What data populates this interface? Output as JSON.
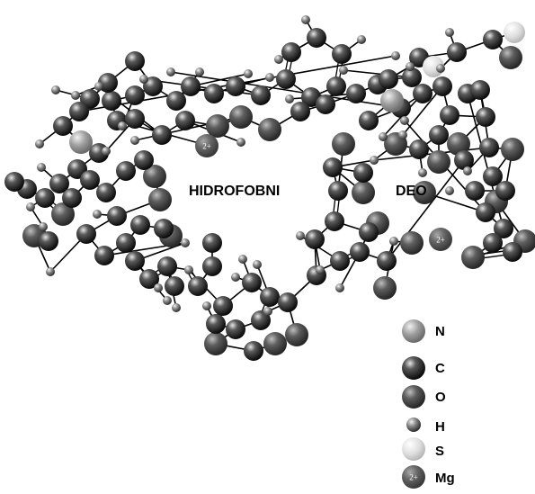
{
  "labels": {
    "hydrophobic": "HIDROFOBNI",
    "part": "DEO"
  },
  "ion_charge": "2+",
  "legend": [
    {
      "symbol": "N",
      "color": "#9a9a9a"
    },
    {
      "symbol": "C",
      "color": "#2a2a2a"
    },
    {
      "symbol": "O",
      "color": "#4a4a4a"
    },
    {
      "symbol": "H",
      "color": "#606060"
    },
    {
      "symbol": "S",
      "color": "#d8d8d8"
    },
    {
      "symbol": "Mg",
      "color": "#555555",
      "badge": "2+"
    }
  ]
}
